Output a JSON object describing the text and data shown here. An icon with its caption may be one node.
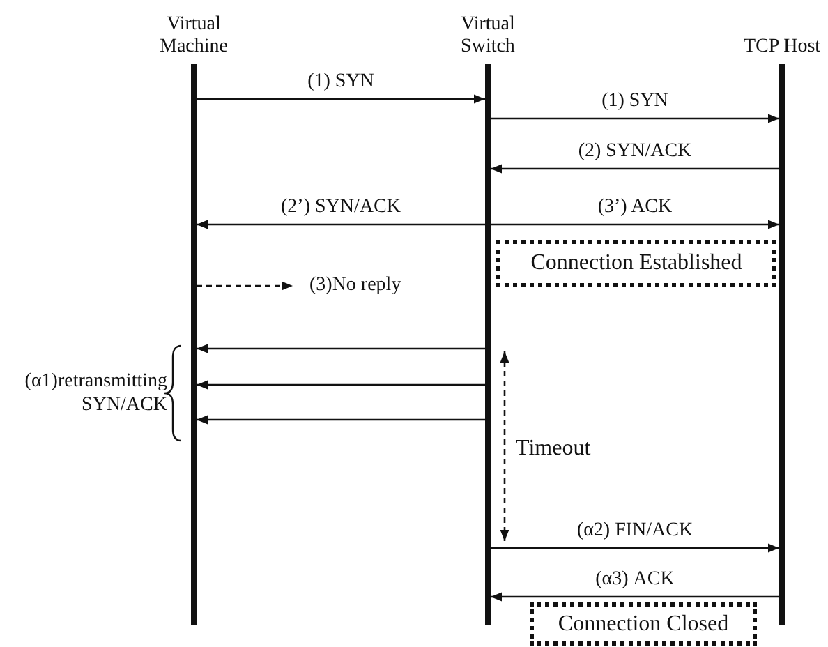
{
  "diagram": {
    "nodes": [
      {
        "text": [
          "Virtual Machine"
        ]
      },
      {
        "text": [
          "Virtual Switch"
        ]
      },
      {
        "text": [
          "TCP Host"
        ]
      },
      {
        "text": [
          "Connection Established"
        ]
      },
      {
        "text": [
          "Connection Closed"
        ]
      }
    ],
    "edges": [
      {
        "from": 0,
        "to": 1,
        "arrow": "to",
        "label": "(1) SYN"
      },
      {
        "from": 1,
        "to": 2,
        "arrow": "to",
        "label": "(1) SYN"
      },
      {
        "from": 2,
        "to": 1,
        "arrow": "to",
        "label": "(2) SYN/ACK"
      },
      {
        "from": 1,
        "to": 0,
        "arrow": "to",
        "label": "(2’) SYN/ACK"
      },
      {
        "from": 1,
        "to": 2,
        "arrow": "to",
        "label": "(3’) ACK"
      },
      {
        "from": 0,
        "to": null,
        "arrow": "to",
        "label": "(3)No reply",
        "style": "dashed"
      },
      {
        "from": 1,
        "to": 0,
        "arrow": "to"
      },
      {
        "from": 1,
        "to": 0,
        "arrow": "to"
      },
      {
        "from": 1,
        "to": 0,
        "arrow": "to"
      },
      {
        "from": 1,
        "to": 2,
        "arrow": "to",
        "label": "(α2) FIN/ACK"
      },
      {
        "from": 2,
        "to": 1,
        "arrow": "to",
        "label": "(α3) ACK"
      }
    ],
    "labels": [
      "(α1)retransmitting SYN/ACK",
      "Timeout"
    ]
  }
}
